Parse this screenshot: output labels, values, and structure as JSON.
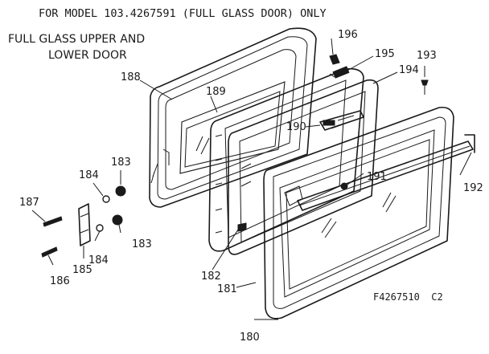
{
  "header": {
    "model_line": "FOR MODEL 103.4267591 (FULL GLASS DOOR) ONLY",
    "title_line1": "FULL GLASS UPPER AND",
    "title_line2": "LOWER DOOR"
  },
  "drawing_code": "F4267510  C2",
  "part_labels": {
    "p180": "180",
    "p181": "181",
    "p182": "182",
    "p183a": "183",
    "p183b": "183",
    "p184a": "184",
    "p184b": "184",
    "p185": "185",
    "p186": "186",
    "p187": "187",
    "p188": "188",
    "p189": "189",
    "p190": "190",
    "p191": "191",
    "p192": "192",
    "p193": "193",
    "p194": "194",
    "p195": "195",
    "p196": "196"
  }
}
